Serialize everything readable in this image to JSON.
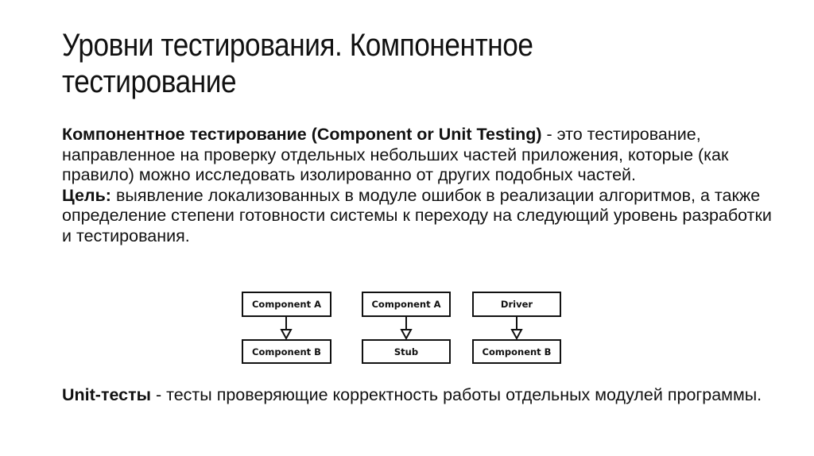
{
  "slide": {
    "title": "Уровни тестирования. Компонентное тестирование",
    "definition": {
      "term": "Компонентное тестирование (Component or Unit Testing)",
      "text": " - это тестирование, направленное на проверку отдельных небольших частей приложения, которые (как правило) можно исследовать изолированно от других подобных частей."
    },
    "goal": {
      "label": "Цель:",
      "text": " выявление локализованных в модуле ошибок в реализации алгоритмов, а также определение степени готовности системы к переходу на следующий уровень разработки и тестирования."
    },
    "diagram": {
      "pairs": [
        {
          "top": "Component A",
          "bottom": "Component B"
        },
        {
          "top": "Component A",
          "bottom": "Stub"
        },
        {
          "top": "Driver",
          "bottom": "Component B"
        }
      ]
    },
    "unit_tests": {
      "term": "Unit-тесты",
      "text": " - тесты проверяющие корректность работы отдельных модулей программы."
    }
  }
}
